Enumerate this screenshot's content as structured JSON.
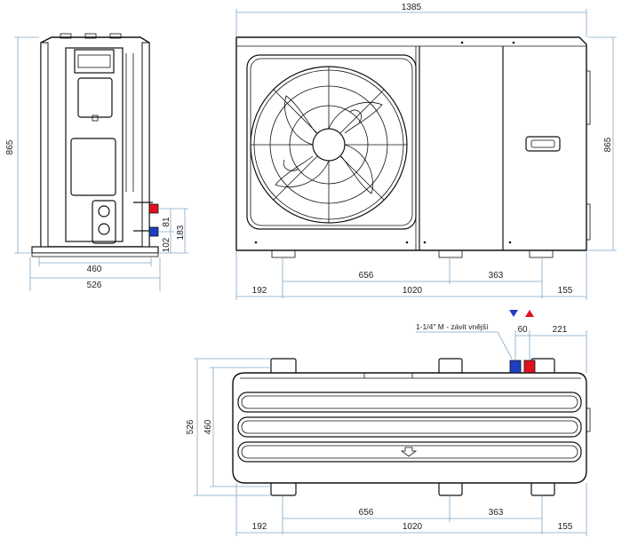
{
  "side_view": {
    "height_dim": "865",
    "width_outer_dim": "526",
    "width_inner_dim": "460",
    "pipe_upper_dim": "81",
    "pipe_lower_dim": "102",
    "pipe_total_dim": "183"
  },
  "front_view": {
    "width_dim": "1385",
    "height_dim": "865",
    "left_offset_dim": "192",
    "foot_mid_dim": "656",
    "foot_right_dim": "363",
    "foot_span_dim": "1020",
    "right_offset_dim": "155"
  },
  "top_view": {
    "depth_outer_dim": "526",
    "depth_inner_dim": "460",
    "connection_label": "1-1/4\" M - závit vnější",
    "pipe_spacing_dim": "60",
    "pipe_offset_dim": "221",
    "left_offset_dim": "192",
    "foot_mid_dim": "656",
    "foot_right_dim": "363",
    "foot_span_dim": "1020",
    "right_offset_dim": "155"
  },
  "colors": {
    "dimension_line": "#7fa7c7",
    "outlet_red": "#e01020",
    "inlet_blue": "#1f3fc0"
  },
  "icons": {
    "inlet": "down-triangle-icon",
    "outlet": "up-triangle-icon"
  }
}
